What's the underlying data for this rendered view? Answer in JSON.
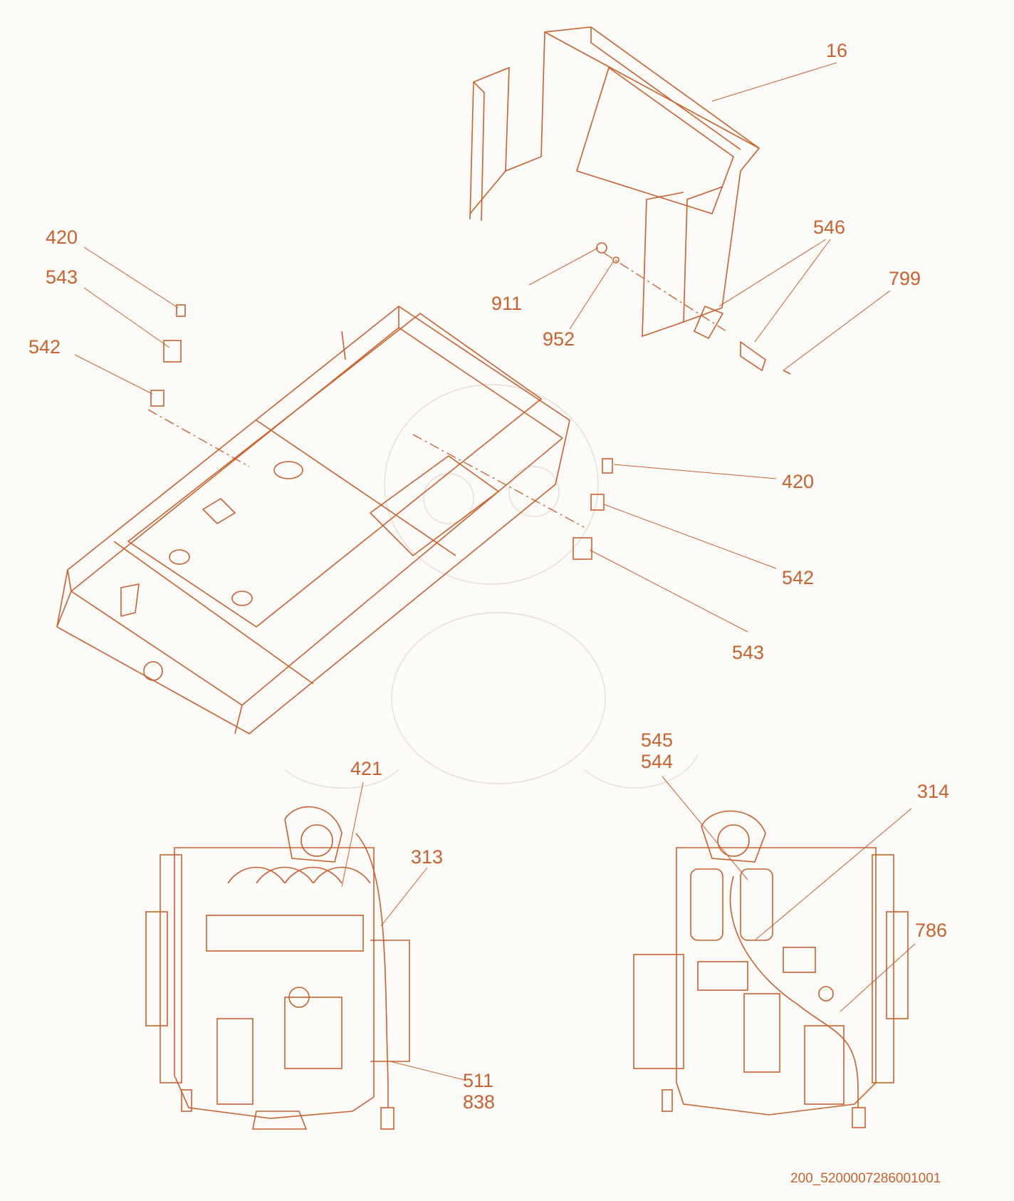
{
  "colors": {
    "line": "#c8612f",
    "background": "#fdfbf8",
    "watermark": "#e6dcd4"
  },
  "reference_code": "200_5200007286001001",
  "callouts": {
    "c16": "16",
    "c546": "546",
    "c799": "799",
    "c911": "911",
    "c952": "952",
    "c420_left": "420",
    "c543_left": "543",
    "c542_left": "542",
    "c420_right": "420",
    "c542_right": "542",
    "c543_right": "543",
    "c421": "421",
    "c313": "313",
    "c511": "511",
    "c838": "838",
    "c545": "545",
    "c544": "544",
    "c314": "314",
    "c786": "786"
  }
}
